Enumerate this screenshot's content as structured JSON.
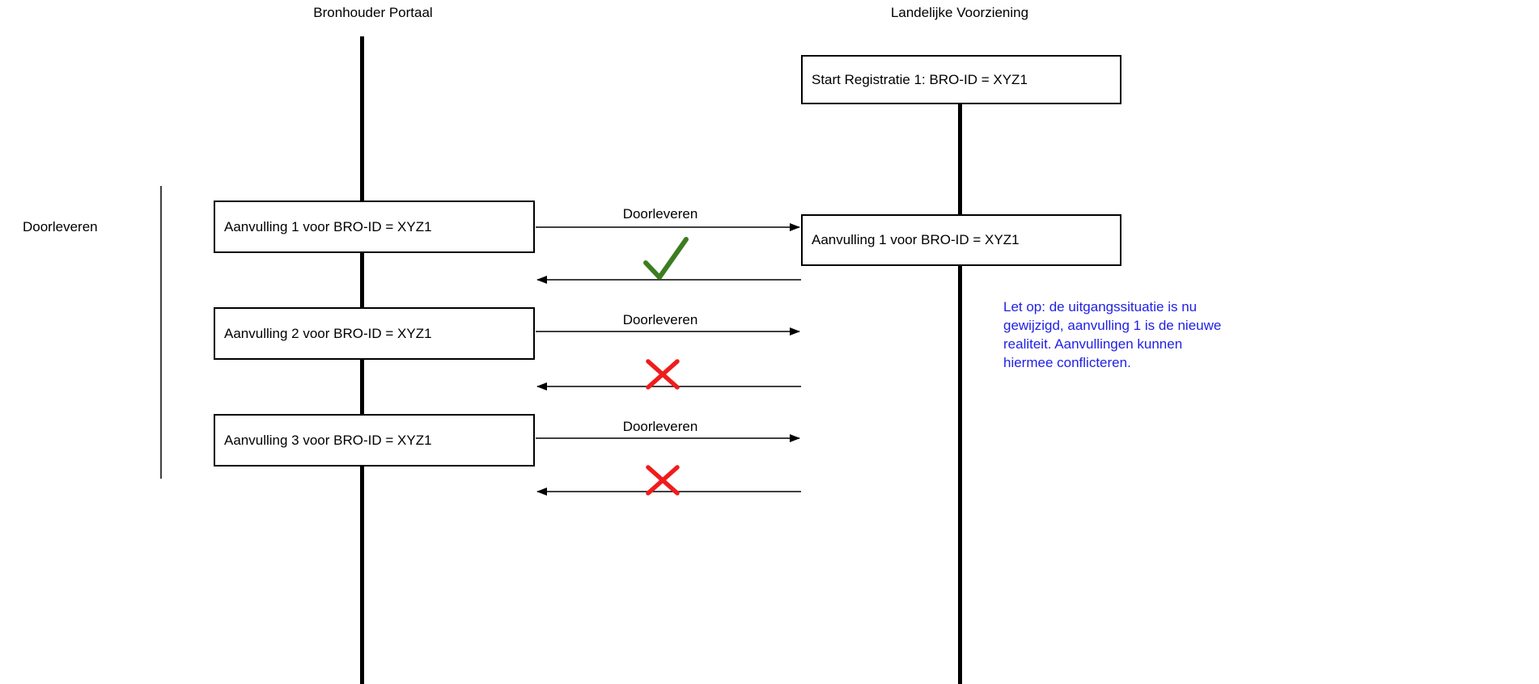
{
  "diagram": {
    "actors": [
      {
        "label": "Bronhouder Portaal"
      },
      {
        "label": "Landelijke Voorziening"
      }
    ],
    "group": {
      "label": "Doorleveren"
    },
    "start_box": {
      "label": "Start Registratie 1: BRO-ID = XYZ1"
    },
    "left_boxes": [
      {
        "label": "Aanvulling 1 voor BRO-ID = XYZ1"
      },
      {
        "label": "Aanvulling 2 voor BRO-ID = XYZ1"
      },
      {
        "label": "Aanvulling 3 voor BRO-ID = XYZ1"
      }
    ],
    "right_box": {
      "label": "Aanvulling 1 voor BRO-ID = XYZ1"
    },
    "messages": [
      {
        "label": "Doorleveren",
        "result": "success"
      },
      {
        "label": "Doorleveren",
        "result": "failure"
      },
      {
        "label": "Doorleveren",
        "result": "failure"
      }
    ],
    "note": {
      "text": "Let op: de uitgangssituatie is nu gewijzigd, aanvulling 1 is de nieuwe realiteit. Aanvullingen kunnen hiermee conflicteren.",
      "lines": [
        "Let op: de uitgangssituatie is nu",
        "gewijzigd, aanvulling 1 is de nieuwe",
        "realiteit. Aanvullingen kunnen",
        "hiermee conflicteren."
      ]
    },
    "colors": {
      "success_green": "#3c7d21",
      "failure_red": "#f01c1c",
      "note_blue": "#1f1fe6",
      "line_black": "#000000"
    }
  }
}
